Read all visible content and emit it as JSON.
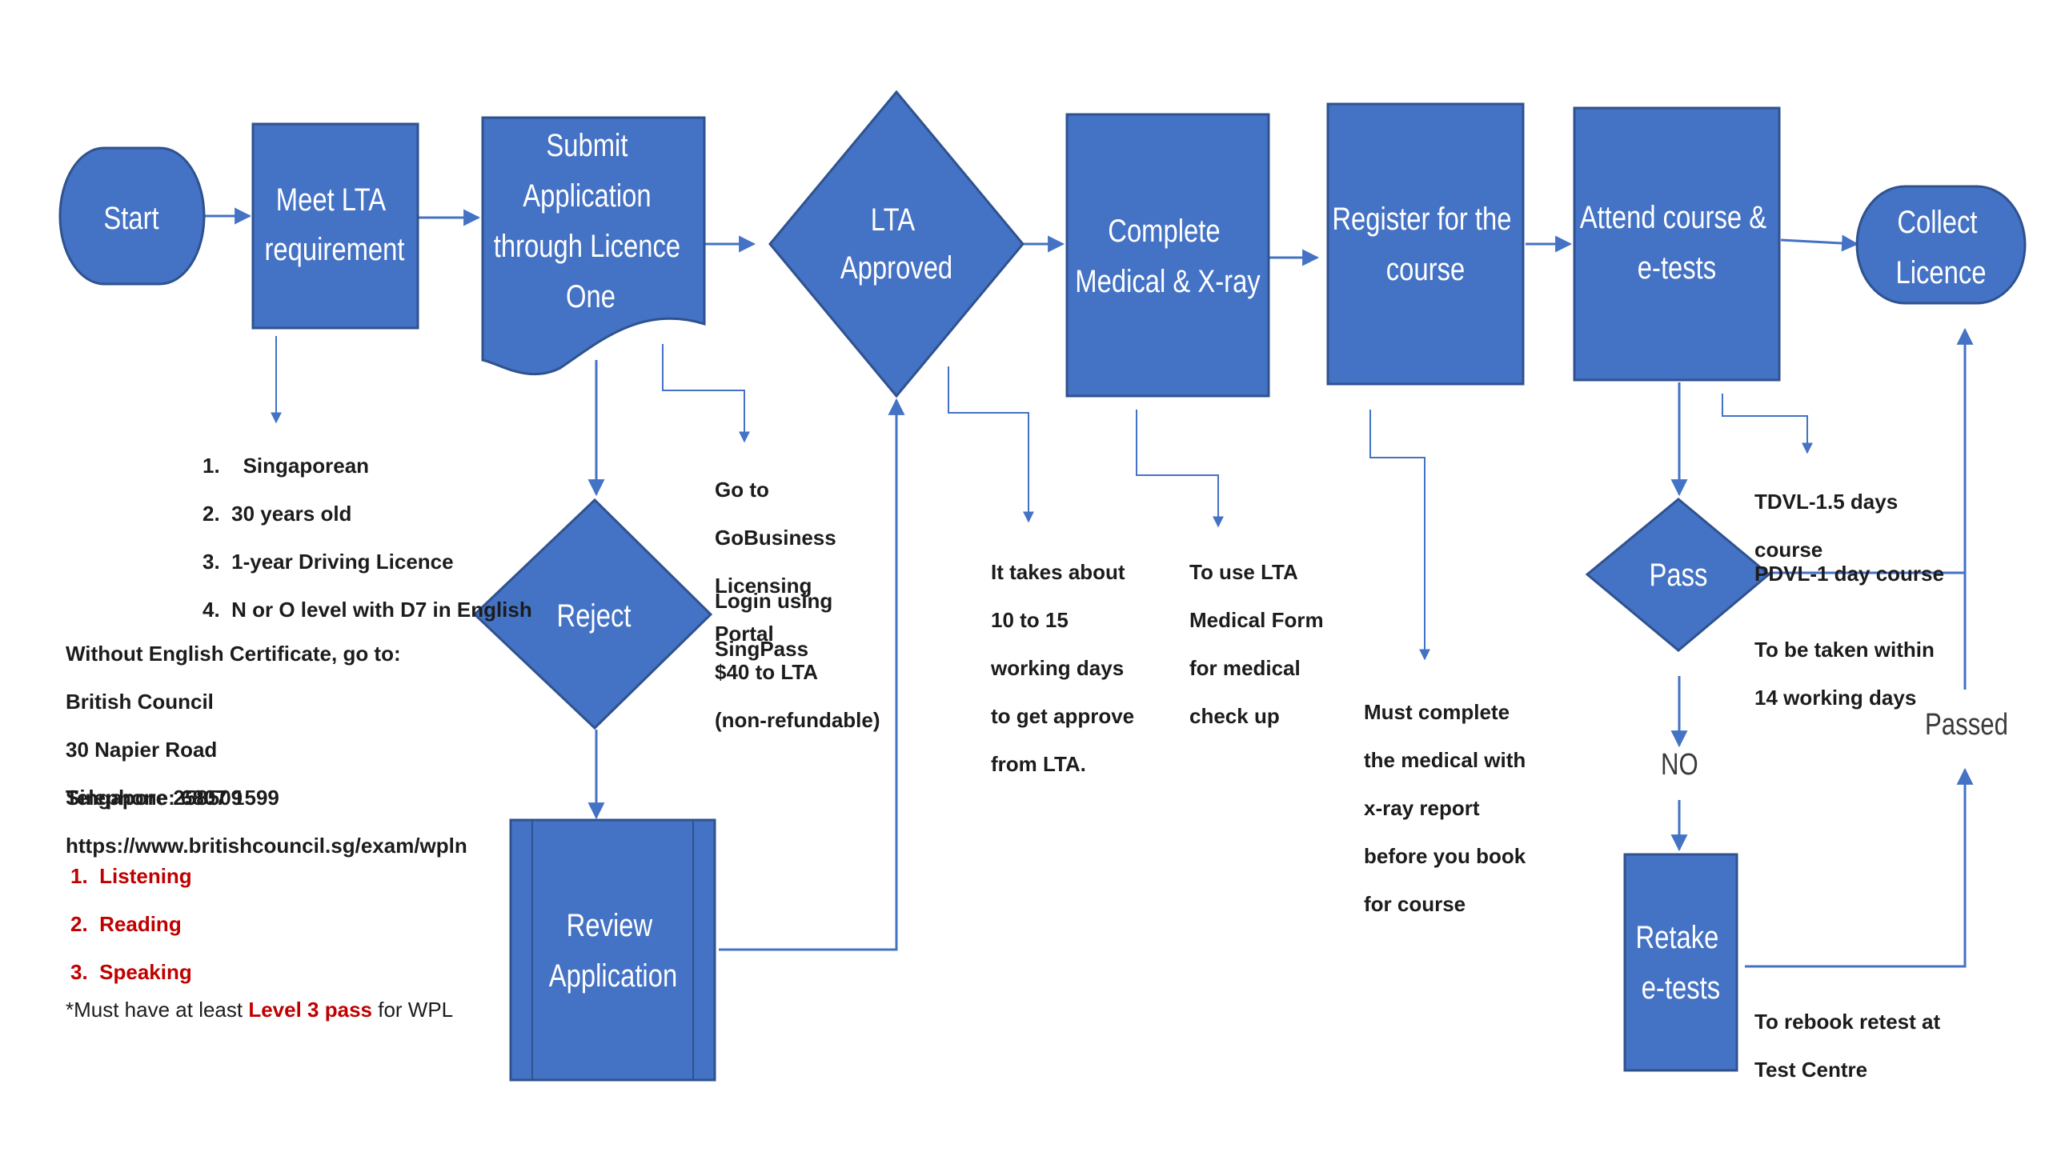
{
  "colors": {
    "shape_fill": "#4472c4",
    "shape_border": "#2f528f",
    "connector": "#4472c4",
    "text": "#1c1c1c",
    "accent_red": "#c00000"
  },
  "shapes": {
    "start": [
      "Start"
    ],
    "meet": [
      "Meet LTA",
      "requirement"
    ],
    "submit": [
      "Submit",
      "Application",
      "through Licence",
      "One"
    ],
    "lta_approved": [
      "LTA",
      "Approved"
    ],
    "medical": [
      "Complete",
      "Medical & X-ray"
    ],
    "register": [
      "Register for the",
      "course"
    ],
    "attend": [
      "Attend course &",
      "e-tests"
    ],
    "collect": [
      "Collect",
      "Licence"
    ],
    "reject": [
      "Reject"
    ],
    "review": [
      "Review",
      "Application"
    ],
    "pass": [
      "Pass"
    ],
    "retake": [
      "Retake",
      "e-tests"
    ]
  },
  "labels": {
    "no": "NO",
    "passed": "Passed"
  },
  "notes": {
    "requirements": [
      "1.    Singaporean",
      "2.  30 years old",
      "3.  1-year Driving Licence",
      "4.  N or O level with D7 in English"
    ],
    "without_english_title": "Without English Certificate, go to:",
    "british_council": [
      "British Council",
      "30 Napier Road",
      "Singapore 258509"
    ],
    "telephone": "Telephone: 6807 1599",
    "url": "https://www.britishcouncil.sg/exam/wpln",
    "exam_parts": [
      "1.  Listening",
      "2.  Reading",
      "3.  Speaking"
    ],
    "wpl_prefix": "*Must have at least ",
    "wpl_highlight": "Level 3 pass",
    "wpl_suffix": " for WPL",
    "gobusiness": [
      "Go to",
      "GoBusiness",
      "Licensing",
      "Portal"
    ],
    "login": [
      "Login using",
      "SingPass"
    ],
    "fee": [
      "$40 to LTA",
      "(non-refundable)"
    ],
    "approval_time": [
      "It takes about",
      "10 to 15",
      "working days",
      "to get approve",
      "from LTA."
    ],
    "medical_form": [
      "To use LTA",
      "Medical Form",
      "for medical",
      "check up"
    ],
    "medical_before": [
      "Must complete",
      "the medical with",
      "x-ray report",
      "before you book",
      "for course"
    ],
    "tdvl": [
      "TDVL-1.5 days",
      "course"
    ],
    "pdvl": "PDVL-1 day course",
    "within": [
      "To be taken within",
      "14 working days"
    ],
    "rebook": [
      "To rebook retest at",
      "Test Centre"
    ]
  }
}
